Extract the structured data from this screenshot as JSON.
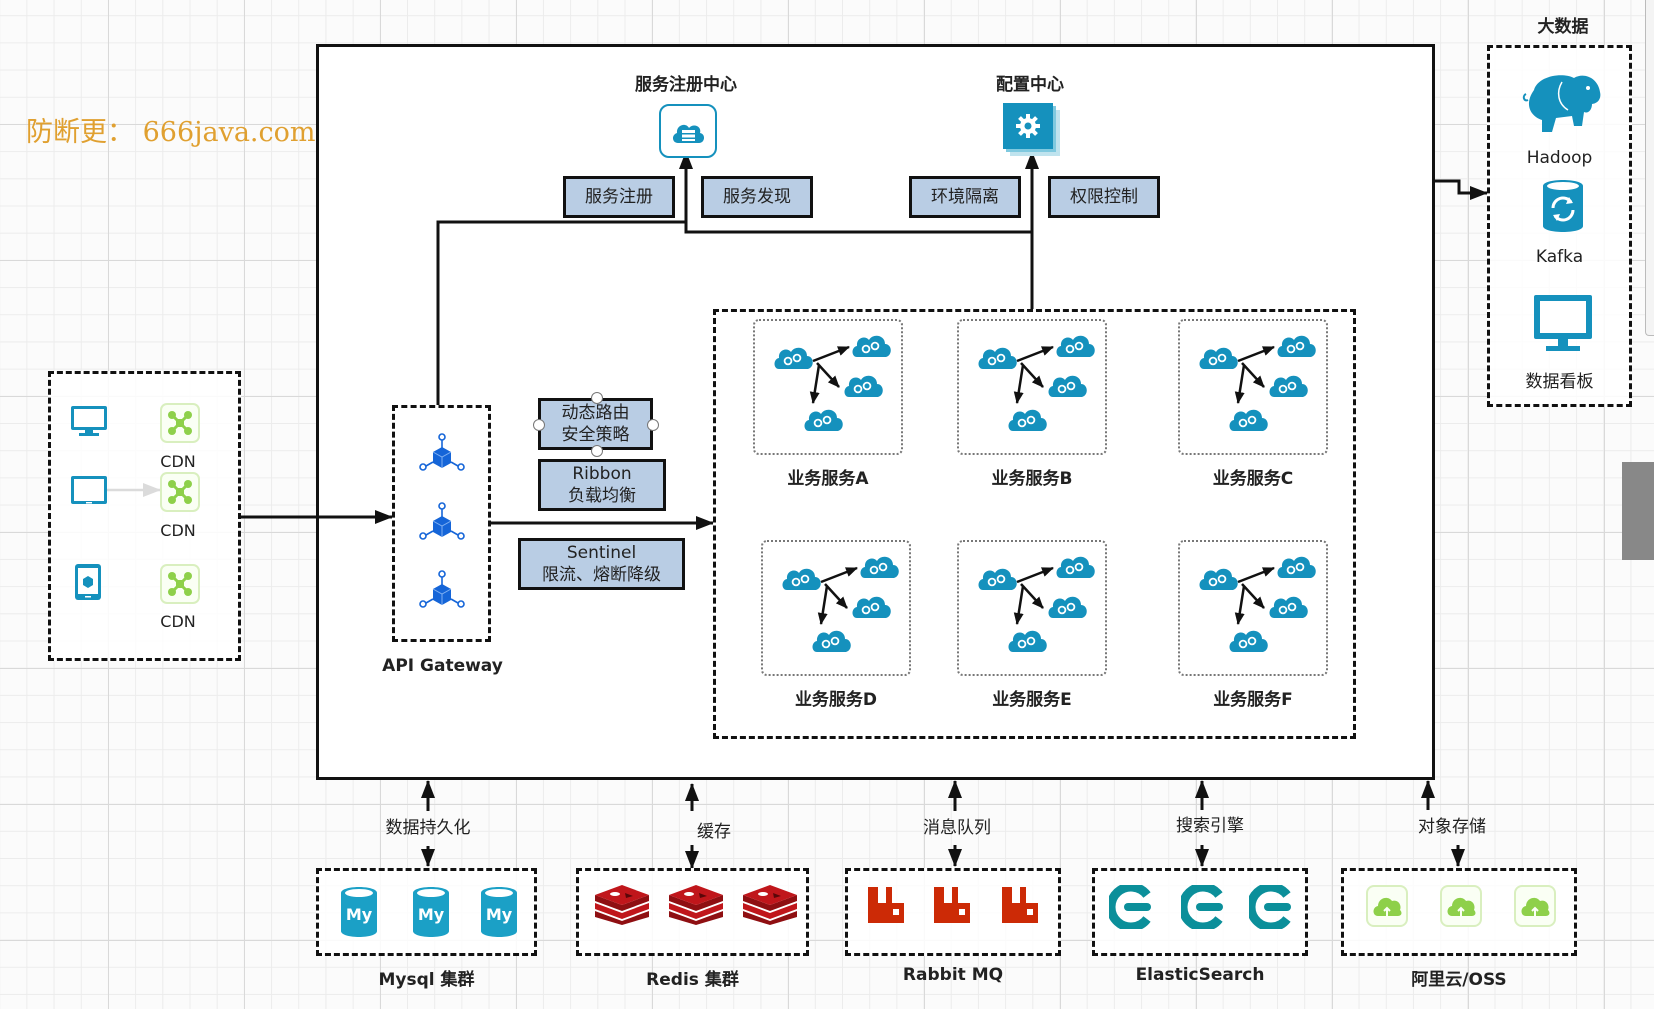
{
  "watermark": "防断更： 666java.com",
  "registry": {
    "title": "服务注册中心",
    "icon": "cloud-server-icon",
    "features": [
      "服务注册",
      "服务发现"
    ]
  },
  "config": {
    "title": "配置中心",
    "icon": "gear-icon",
    "features": [
      "环境隔离",
      "权限控制"
    ]
  },
  "bigdata": {
    "title": "大数据",
    "items": [
      {
        "label": "Hadoop",
        "icon": "hadoop-elephant-icon"
      },
      {
        "label": "Kafka",
        "icon": "kafka-sync-cylinder-icon"
      },
      {
        "label": "数据看板",
        "icon": "monitor-icon"
      }
    ]
  },
  "clients": {
    "devices": [
      {
        "icon": "desktop-monitor-icon"
      },
      {
        "icon": "laptop-screen-icon"
      },
      {
        "icon": "tablet-icon"
      }
    ],
    "cdn": [
      {
        "label": "CDN"
      },
      {
        "label": "CDN"
      },
      {
        "label": "CDN"
      }
    ]
  },
  "gateway": {
    "label": "API Gateway",
    "nodes": 3,
    "features": [
      {
        "line1": "动态路由",
        "line2": "安全策略"
      },
      {
        "line1": "Ribbon",
        "line2": "负载均衡"
      },
      {
        "line1": "Sentinel",
        "line2": "限流、熔断降级"
      }
    ]
  },
  "services": [
    {
      "label": "业务服务A"
    },
    {
      "label": "业务服务B"
    },
    {
      "label": "业务服务C"
    },
    {
      "label": "业务服务D"
    },
    {
      "label": "业务服务E"
    },
    {
      "label": "业务服务F"
    }
  ],
  "infra": [
    {
      "edge_label": "数据持久化",
      "name": "Mysql 集群",
      "icon": "mysql-icon",
      "icon_text": "My",
      "color": "#1ba0c6"
    },
    {
      "edge_label": "缓存",
      "name": "Redis 集群",
      "icon": "redis-icon",
      "color": "#c0161b"
    },
    {
      "edge_label": "消息队列",
      "name": "Rabbit MQ",
      "icon": "rabbitmq-icon",
      "color": "#cc2a06"
    },
    {
      "edge_label": "搜索引擎",
      "name": "ElasticSearch",
      "icon": "elasticsearch-icon",
      "color": "#0b8f9a"
    },
    {
      "edge_label": "对象存储",
      "name": "阿里云/OSS",
      "icon": "oss-cloud-icon",
      "color": "#8ed04a"
    }
  ],
  "colors": {
    "accent": "#1591bd",
    "feature_box": "#b9cde4",
    "cdn_green": "#8ed04a",
    "gateway_blue": "#1565d8"
  }
}
